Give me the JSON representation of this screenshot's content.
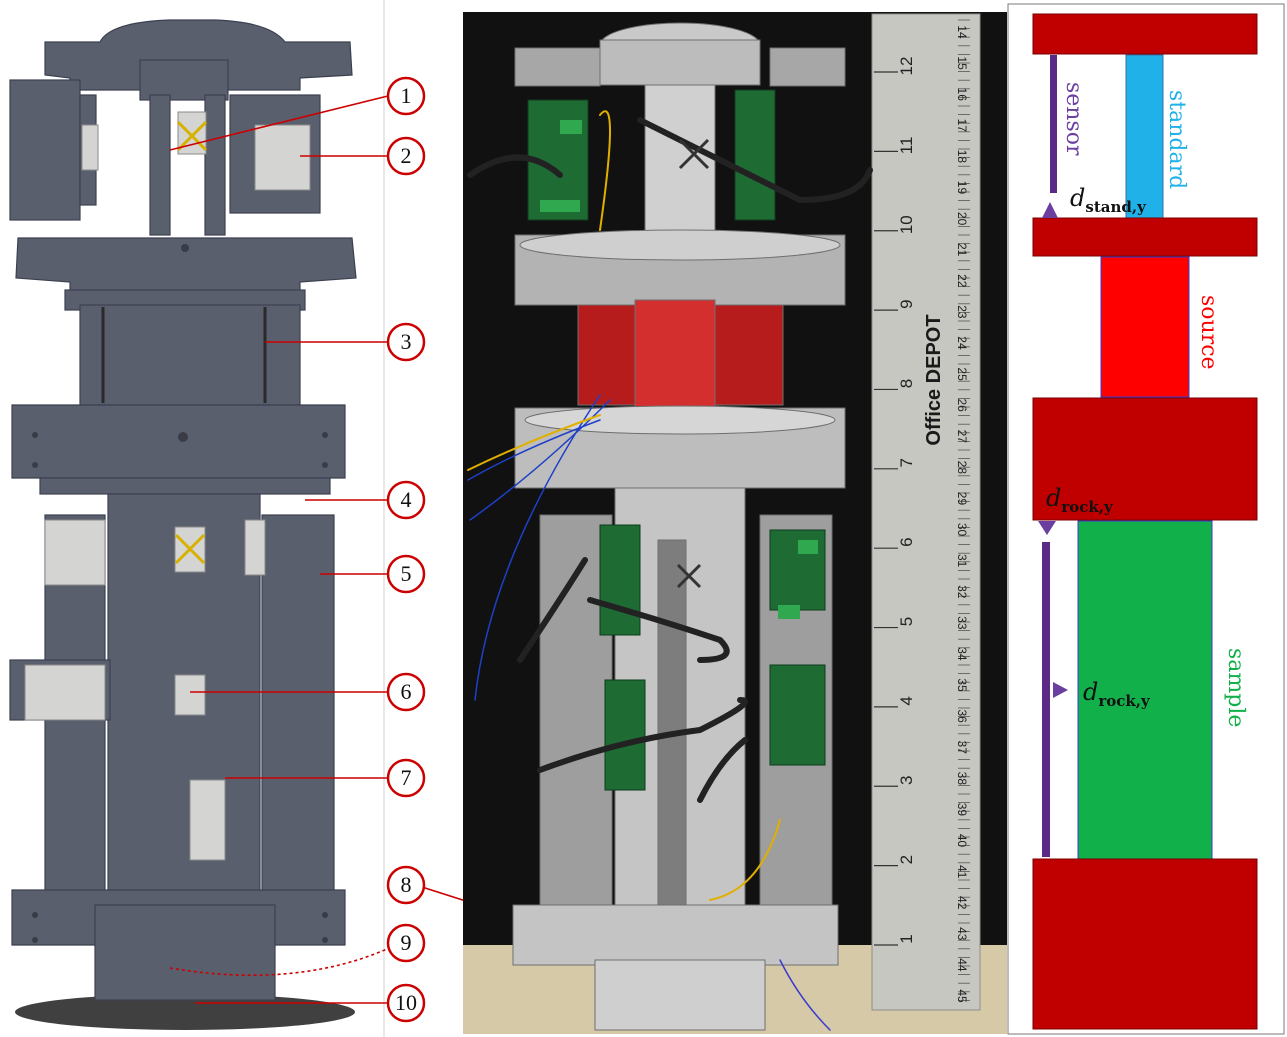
{
  "callouts": [
    {
      "n": "1"
    },
    {
      "n": "2"
    },
    {
      "n": "3"
    },
    {
      "n": "4"
    },
    {
      "n": "5"
    },
    {
      "n": "6"
    },
    {
      "n": "7"
    },
    {
      "n": "8"
    },
    {
      "n": "9"
    },
    {
      "n": "10"
    }
  ],
  "ruler": {
    "brand": "Office DEPOT",
    "inch_marks": [
      "1",
      "2",
      "3",
      "4",
      "5",
      "6",
      "7",
      "8",
      "9",
      "10",
      "11",
      "12"
    ],
    "cm_marks": [
      "14",
      "15",
      "16",
      "17",
      "18",
      "19",
      "20",
      "21",
      "22",
      "23",
      "24",
      "25",
      "26",
      "27",
      "28",
      "29",
      "30",
      "31",
      "32",
      "33",
      "34",
      "35",
      "36",
      "37",
      "38",
      "39",
      "40",
      "41",
      "42",
      "43",
      "44",
      "45"
    ]
  },
  "schematic": {
    "sensor_label": "sensor",
    "standard_label": "standard",
    "source_label": "source",
    "sample_label": "sample",
    "d_stand_main": "d",
    "d_stand_sub": "stand,y",
    "d_rock_top_main": "d",
    "d_rock_top_sub": "rock,y",
    "d_rock_mid_main": "d",
    "d_rock_mid_sub": "rock,y"
  },
  "colors": {
    "plate_red": "#c00000",
    "source_red": "#ff0000",
    "standard_blue": "#1fb1e8",
    "sample_green": "#12b04a",
    "sensor_purple": "#5b2a86",
    "callout_red": "#cc0000",
    "cad_gray": "#5a5f6e",
    "photo_bg": "#111111"
  }
}
